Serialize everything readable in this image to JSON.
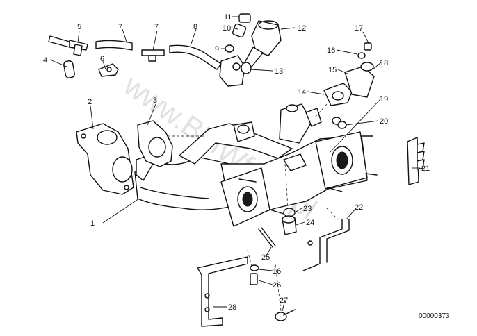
{
  "diagram": {
    "id_label": "00000373",
    "watermark": "www.BMWfans.pl",
    "callouts": [
      "1",
      "2",
      "3",
      "4",
      "5",
      "6",
      "7",
      "7",
      "8",
      "9",
      "10",
      "11",
      "12",
      "13",
      "14",
      "15",
      "16",
      "17",
      "18",
      "19",
      "20",
      "21",
      "22",
      "23",
      "24",
      "25",
      "16",
      "26",
      "27",
      "28"
    ]
  }
}
